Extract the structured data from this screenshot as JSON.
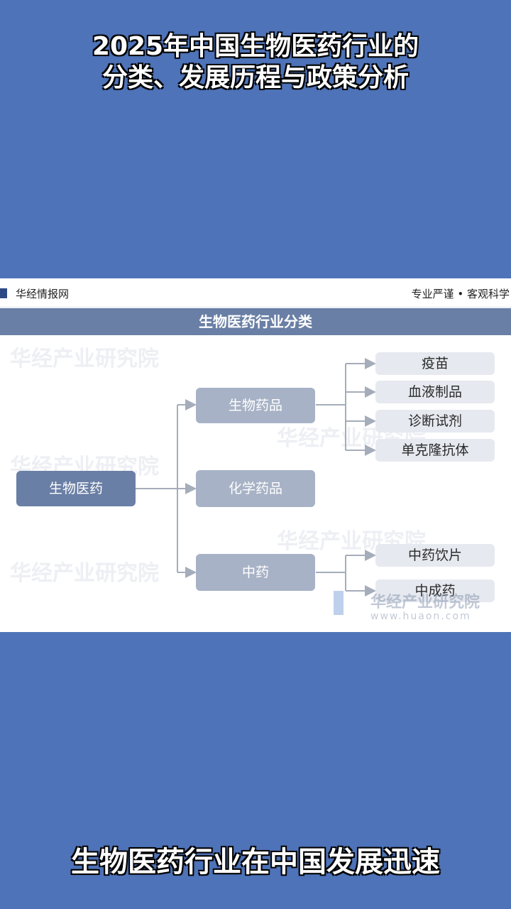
{
  "video_title": {
    "line1": "2025年中国生物医药行业的",
    "line2": "分类、发展历程与政策分析"
  },
  "caption": "生物医药行业在中国发展迅速",
  "card": {
    "brand_name": "华经情报网",
    "slogan": "专业严谨 • 客观科学",
    "title": "生物医药行业分类",
    "watermark": "华经产业研究院",
    "watermark_url": "www.huaon.com"
  },
  "diagram": {
    "root": "生物医药",
    "categories": [
      {
        "label": "生物药品",
        "children": [
          "疫苗",
          "血液制品",
          "诊断试剂",
          "单克隆抗体"
        ]
      },
      {
        "label": "化学药品",
        "children": []
      },
      {
        "label": "中药",
        "children": [
          "中药饮片",
          "中成药"
        ]
      }
    ]
  },
  "colors": {
    "background": "#4e73b8",
    "root_node": "#6a7fa5",
    "mid_node": "#a7b2c6",
    "leaf_node": "#e6e9ef",
    "connector": "#a5adbb"
  }
}
